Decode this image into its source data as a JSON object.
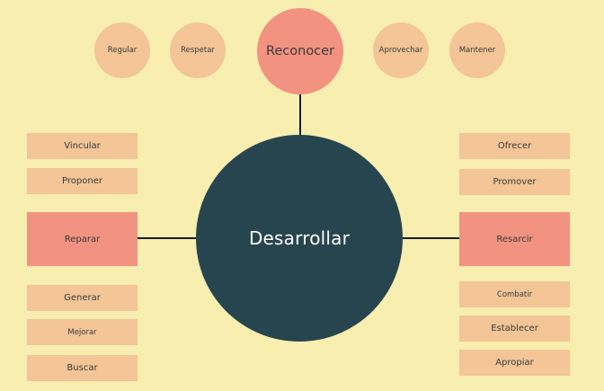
{
  "top_row": {
    "items": [
      "Regular",
      "Respetar",
      "Reconocer",
      "Aprovechar",
      "Mantener"
    ]
  },
  "center": {
    "label": "Desarrollar"
  },
  "left": {
    "items": [
      "Vincular",
      "Proponer",
      "Reparar",
      "Generar",
      "Mejorar",
      "Buscar"
    ]
  },
  "right": {
    "items": [
      "Ofrecer",
      "Promover",
      "Resarcir",
      "Combatir",
      "Establecer",
      "Apropiar"
    ]
  },
  "colors": {
    "background": "#f7eeb0",
    "light_node": "#f3c597",
    "highlight_node": "#f29281",
    "center_node": "#27454e",
    "connector": "#1a1a1a"
  }
}
